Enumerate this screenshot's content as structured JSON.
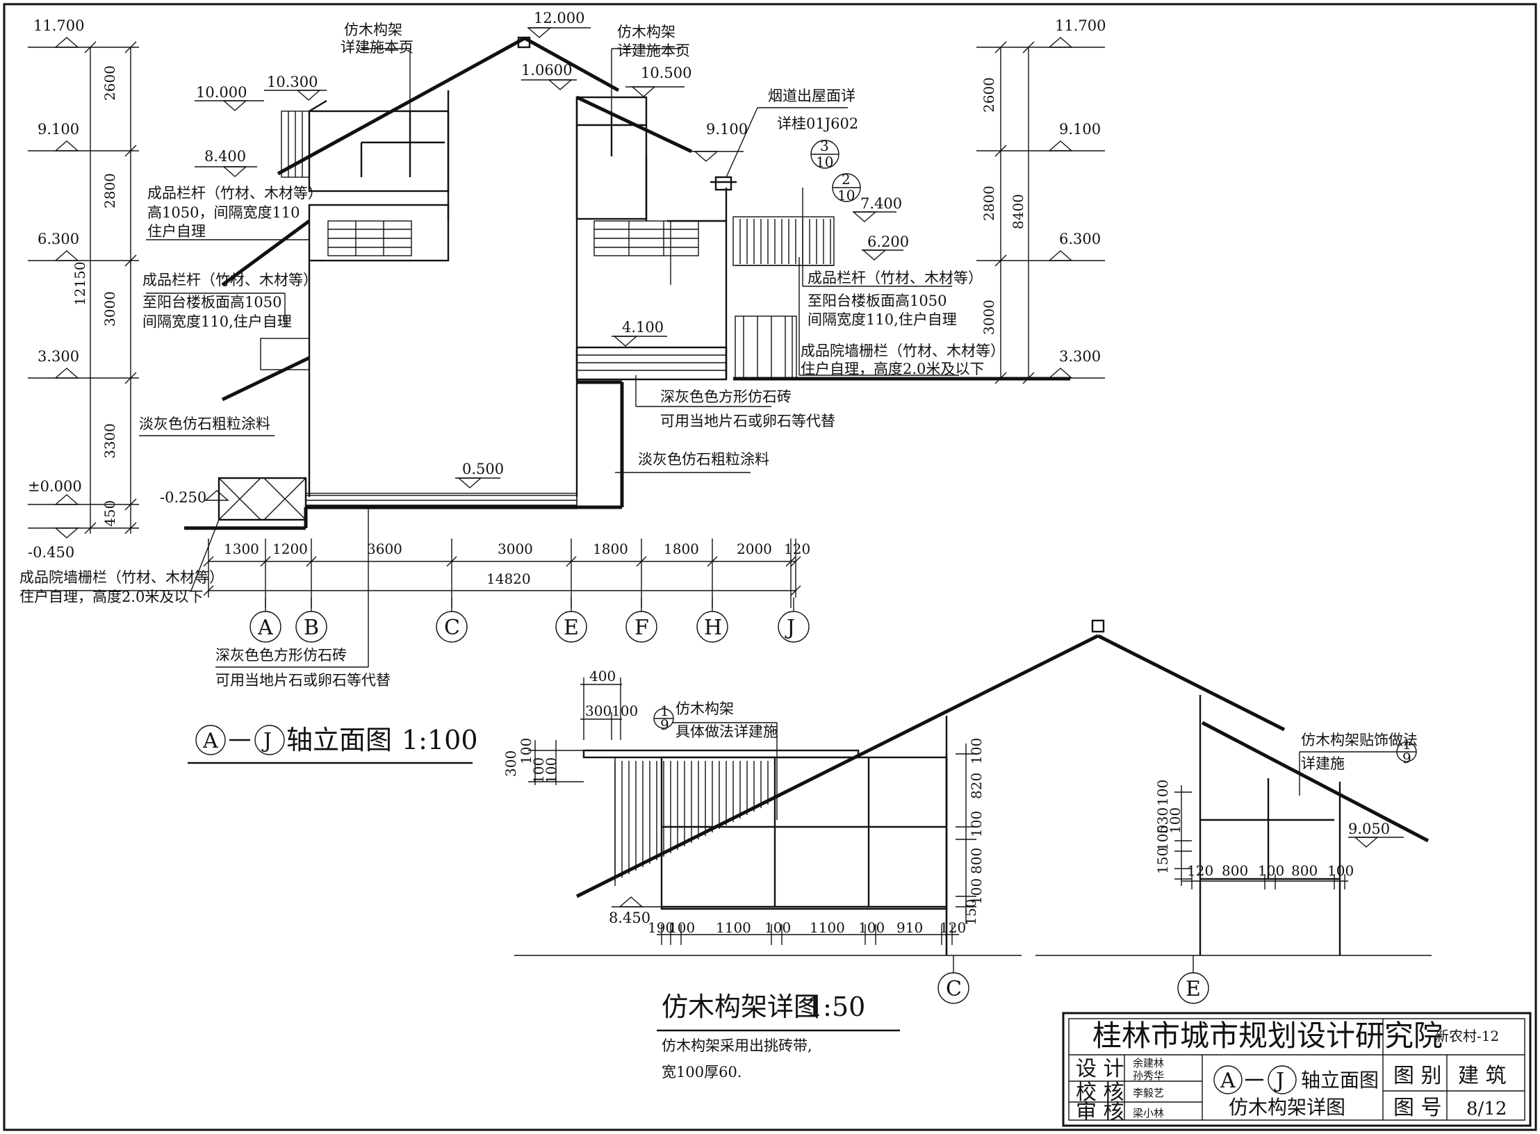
{
  "elevation_drawing": {
    "levels_left": [
      "11.700",
      "10.300",
      "10.000",
      "9.100",
      "8.400",
      "6.300",
      "3.300",
      "±0.000",
      "-0.250",
      "-0.450"
    ],
    "levels_mid": [
      "12.000",
      "1.0600",
      "10.500",
      "9.100",
      "7.400",
      "6.200",
      "4.100",
      "0.500"
    ],
    "levels_right": [
      "11.700",
      "9.100",
      "6.300",
      "3.300"
    ],
    "vdims_left": [
      "2600",
      "2800",
      "3000",
      "3300",
      "450"
    ],
    "vdim_total_left": "12150",
    "vdims_right": [
      "2600",
      "2800",
      "3000"
    ],
    "vdim_total_right": "8400",
    "hdims": [
      "1300",
      "1200",
      "3600",
      "3000",
      "1800",
      "1800",
      "2000",
      "120"
    ],
    "hdim_total": "14820",
    "axes": [
      "A",
      "B",
      "C",
      "E",
      "F",
      "H",
      "J"
    ],
    "notes": {
      "truss_left_1": "仿木构架",
      "truss_left_2": "详建施本页",
      "truss_right_1": "仿木构架",
      "truss_right_2": "详建施本页",
      "chimney_1": "烟道出屋面详",
      "chimney_2": "详桂01J602",
      "rail_a_1": "成品栏杆（竹材、木材等）",
      "rail_a_2": "高1050，间隔宽度110",
      "rail_a_3": "住户自理",
      "rail_b_1": "成品栏杆（竹材、木材等）",
      "rail_b_2": "至阳台楼板面高1050",
      "rail_b_3": "间隔宽度110,住户自理",
      "rail_c_1": "成品栏杆（竹材、木材等）",
      "rail_c_2": "至阳台楼板面高1050",
      "rail_c_3": "间隔宽度110,住户自理",
      "fence_r_1": "成品院墙栅栏（竹材、木材等）",
      "fence_r_2": "住户自理，高度2.0米及以下",
      "stone_r_1": "深灰色色方形仿石砖",
      "stone_r_2": "可用当地片石或卵石等代替",
      "paint_l": "淡灰色仿石粗粒涂料",
      "paint_r": "淡灰色仿石粗粒涂料",
      "fence_l_1": "成品院墙栅栏（竹材、木材等）",
      "fence_l_2": "住户自理，高度2.0米及以下",
      "stone_l_1": "深灰色色方形仿石砖",
      "stone_l_2": "可用当地片石或卵石等代替"
    },
    "detail_refs": [
      {
        "num": "3",
        "sheet": "10"
      },
      {
        "num": "2",
        "sheet": "10"
      }
    ],
    "title_from": "A",
    "title_to": "J",
    "title_text": "轴立面图",
    "title_scale": "1:100"
  },
  "truss_detail": {
    "title": "仿木构架详图",
    "scale": "1:50",
    "note_1": "仿木构架采用出挑砖带,",
    "note_2": "宽100厚60.",
    "top_dims": [
      "400",
      "300",
      "100"
    ],
    "left_vdims": [
      "300",
      "100",
      "100",
      "100"
    ],
    "mid_vdims": [
      "100",
      "820",
      "100",
      "800",
      "100",
      "150"
    ],
    "right_vdims": [
      "100",
      "530",
      "100",
      "100",
      "150"
    ],
    "bottom_dims": [
      "190",
      "100",
      "1100",
      "100",
      "1100",
      "100",
      "910",
      "120"
    ],
    "right_hdims": [
      "120",
      "800",
      "100",
      "800",
      "100"
    ],
    "levels": [
      "8.450",
      "9.050"
    ],
    "ref_left_label_1": "仿木构架",
    "ref_left_label_2": "具体做法详建施",
    "ref_left_num": "1",
    "ref_left_sheet": "9",
    "ref_right_label_1": "仿木构架贴饰做法",
    "ref_right_label_2": "详建施",
    "ref_right_num": "1",
    "ref_right_sheet": "9",
    "axes": [
      "C",
      "E"
    ]
  },
  "title_block": {
    "institute": "桂林市城市规划设计研究院",
    "project": "新农村-12",
    "design_label": "设 计",
    "check_label": "校 核",
    "review_label": "审 核",
    "designer_1": "余建林",
    "designer_2": "孙秀华",
    "checker": "李毅艺",
    "reviewer": "梁小林",
    "drawing_from": "A",
    "drawing_to": "J",
    "drawing_name_1": "轴立面图",
    "drawing_name_2": "仿木构架详图",
    "type_label": "图 别",
    "type_value": "建 筑",
    "number_label": "图 号",
    "number_value": "8/12"
  }
}
